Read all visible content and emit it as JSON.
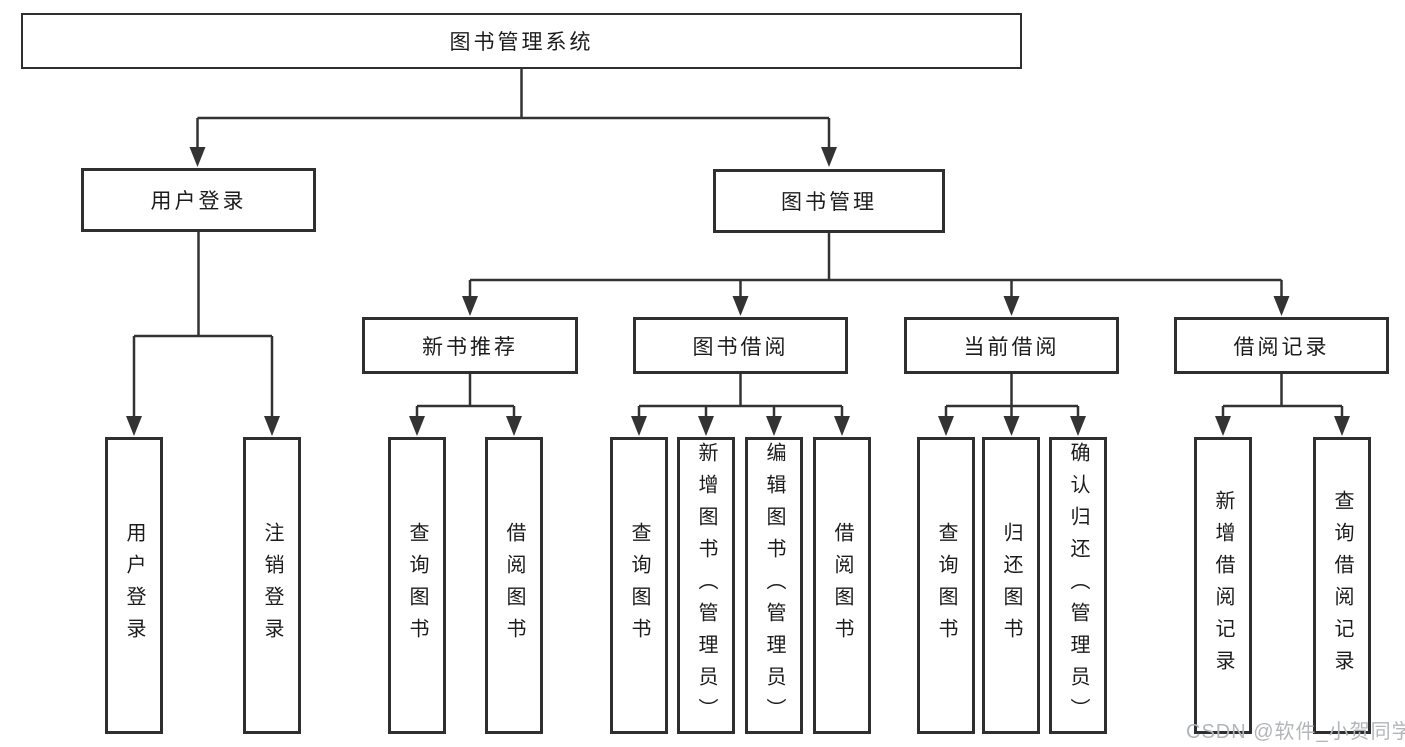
{
  "page": {
    "background": "#ffffff"
  },
  "diagram": {
    "type": "hierarchy-tree",
    "colors": {
      "line": "#333333",
      "box_border": "#2f2f2f",
      "box_background": "#ffffff",
      "text": "#1c1c1c"
    },
    "root": {
      "label": "图书管理系统"
    },
    "branches": [
      {
        "label": "用户登录",
        "children": [
          {
            "label": "用户登录"
          },
          {
            "label": "注销登录"
          }
        ]
      },
      {
        "label": "图书管理",
        "children": [
          {
            "label": "新书推荐",
            "children": [
              {
                "label": "查询图书"
              },
              {
                "label": "借阅图书"
              }
            ]
          },
          {
            "label": "图书借阅",
            "children": [
              {
                "label": "查询图书"
              },
              {
                "label": "新增图书（管理员）"
              },
              {
                "label": "编辑图书（管理员）"
              },
              {
                "label": "借阅图书"
              }
            ]
          },
          {
            "label": "当前借阅",
            "children": [
              {
                "label": "查询图书"
              },
              {
                "label": "归还图书"
              },
              {
                "label": "确认归还（管理员）"
              }
            ]
          },
          {
            "label": "借阅记录",
            "children": [
              {
                "label": "新增借阅记录"
              },
              {
                "label": "查询借阅记录"
              }
            ]
          }
        ]
      }
    ]
  },
  "watermark": {
    "text": "CSDN @软件_小贺同学",
    "color": "#b2b6ba"
  }
}
